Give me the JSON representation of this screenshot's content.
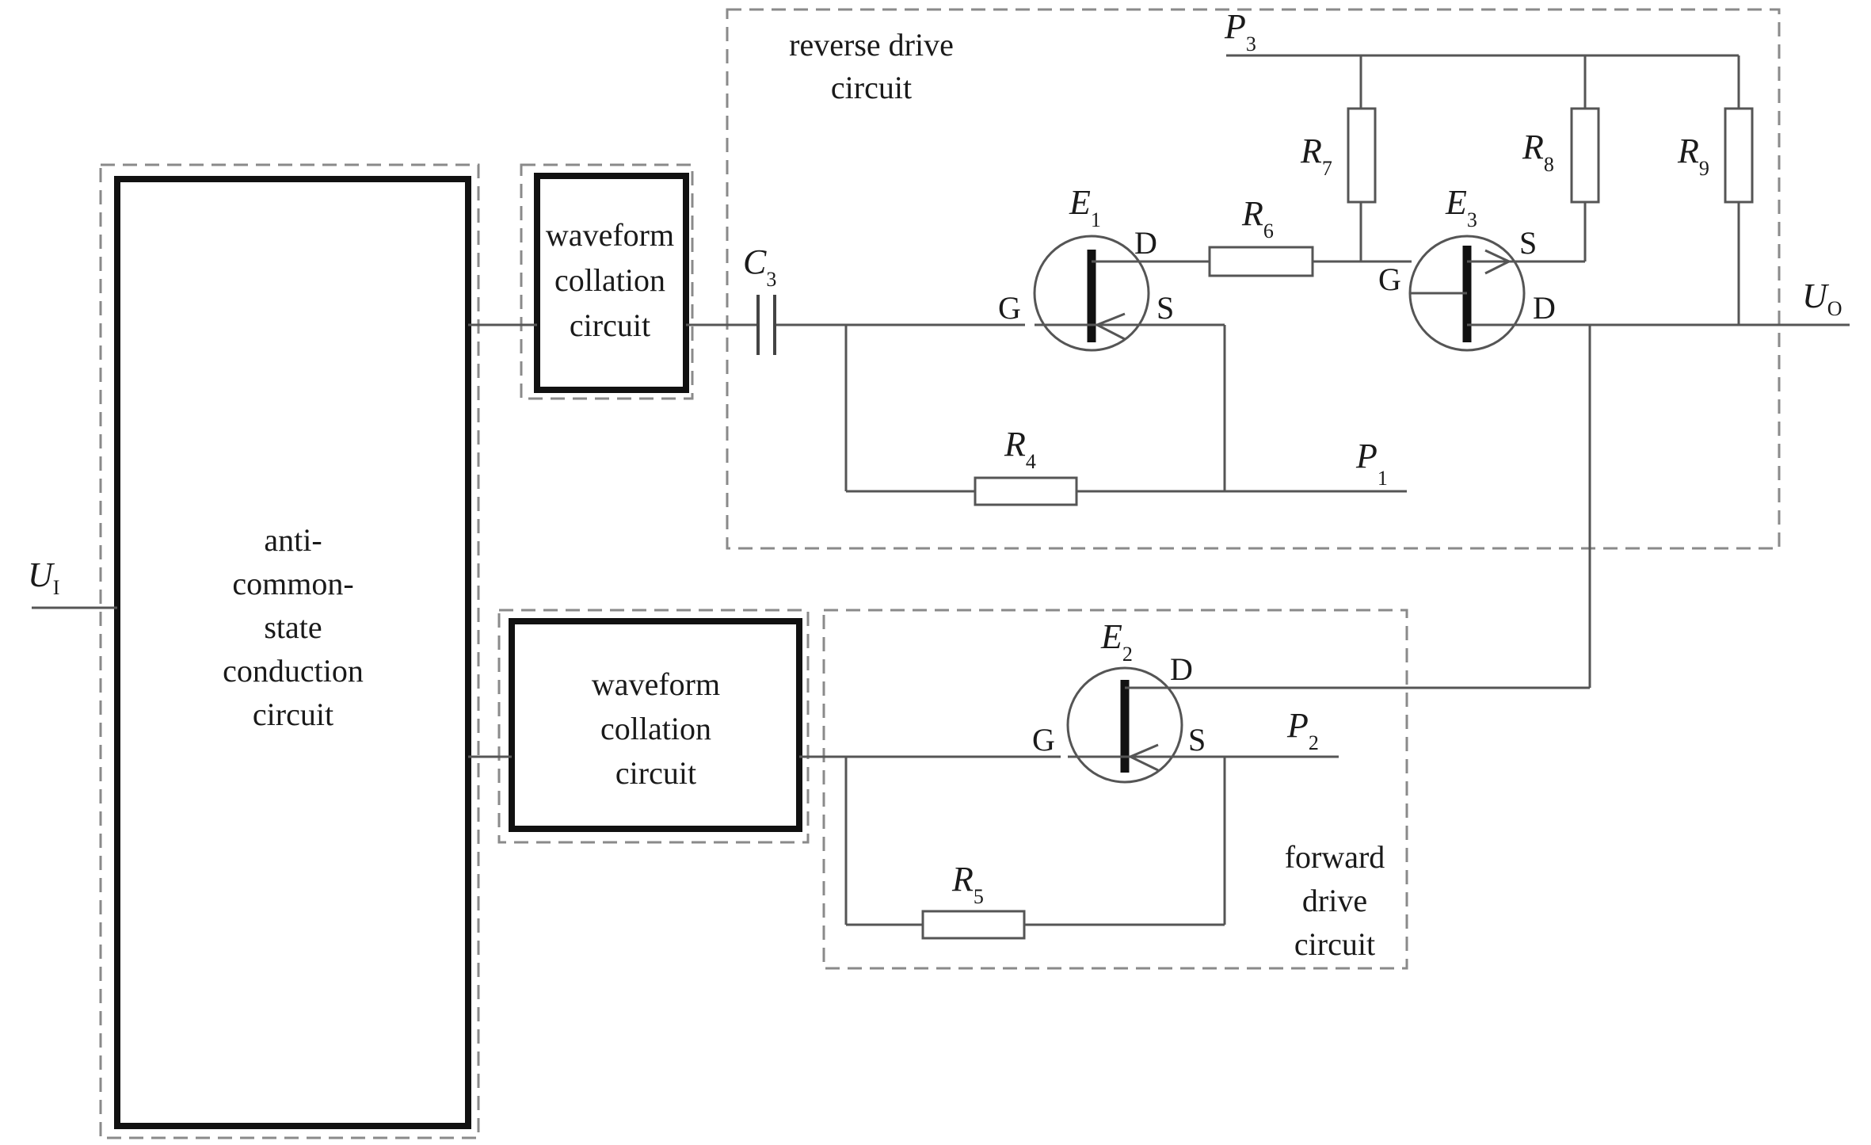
{
  "blocks": {
    "anti_common": [
      "anti-",
      "common-",
      "state",
      "conduction",
      "circuit"
    ],
    "waveform_top": [
      "waveform",
      "collation",
      "circuit"
    ],
    "waveform_bottom": [
      "waveform",
      "collation",
      "circuit"
    ]
  },
  "regions": {
    "reverse": [
      "reverse drive",
      "circuit"
    ],
    "forward": [
      "forward",
      "drive",
      "circuit"
    ]
  },
  "terminals": {
    "ui": {
      "sym": "U",
      "sub": "I"
    },
    "uo": {
      "sym": "U",
      "sub": "O"
    },
    "p1": {
      "sym": "P",
      "sub": "1"
    },
    "p2": {
      "sym": "P",
      "sub": "2"
    },
    "p3": {
      "sym": "P",
      "sub": "3"
    }
  },
  "components": {
    "c3": {
      "sym": "C",
      "sub": "3"
    },
    "r4": {
      "sym": "R",
      "sub": "4"
    },
    "r5": {
      "sym": "R",
      "sub": "5"
    },
    "r6": {
      "sym": "R",
      "sub": "6"
    },
    "r7": {
      "sym": "R",
      "sub": "7"
    },
    "r8": {
      "sym": "R",
      "sub": "8"
    },
    "r9": {
      "sym": "R",
      "sub": "9"
    },
    "e1": {
      "sym": "E",
      "sub": "1"
    },
    "e2": {
      "sym": "E",
      "sub": "2"
    },
    "e3": {
      "sym": "E",
      "sub": "3"
    }
  },
  "pins": {
    "gate": "G",
    "drain": "D",
    "source": "S"
  }
}
